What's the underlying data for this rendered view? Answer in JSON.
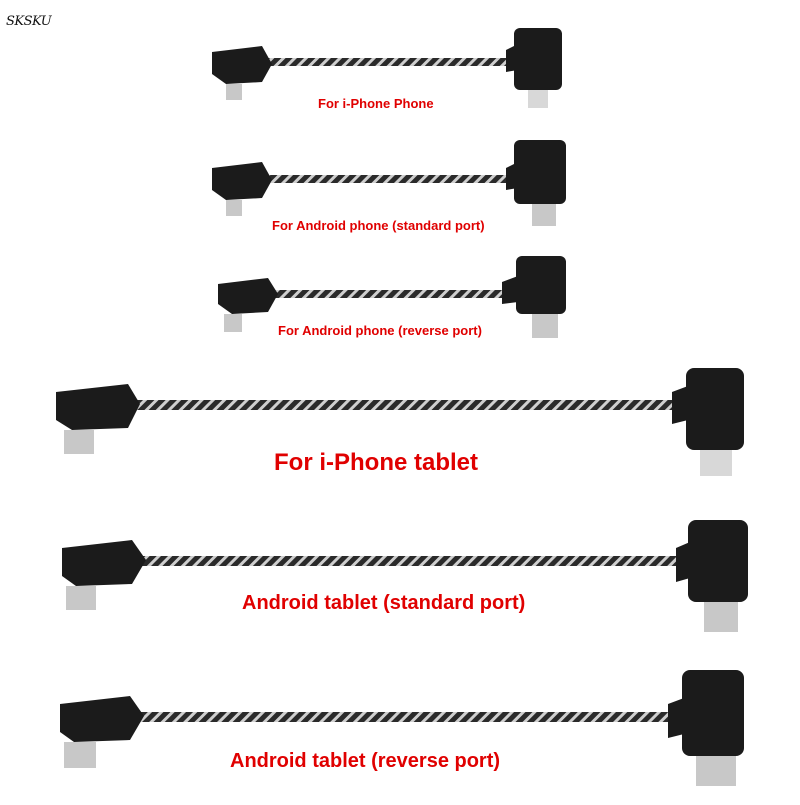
{
  "logo_text": "SKSKU",
  "colors": {
    "label": "#e00000",
    "cable": "#2a2a2a",
    "braid": "#cfcfcf",
    "connector": "#1b1b1b",
    "metal": "#c8c8c8"
  },
  "cables": [
    {
      "label": "For i-Phone Phone",
      "end_type": "lightning"
    },
    {
      "label": "For Android phone (standard port)",
      "end_type": "micro-usb"
    },
    {
      "label": "For Android phone (reverse port)",
      "end_type": "micro-usb"
    },
    {
      "label": "For i-Phone tablet",
      "end_type": "lightning"
    },
    {
      "label": "Android tablet (standard port)",
      "end_type": "micro-usb"
    },
    {
      "label": "Android tablet (reverse port)",
      "end_type": "micro-usb"
    }
  ]
}
